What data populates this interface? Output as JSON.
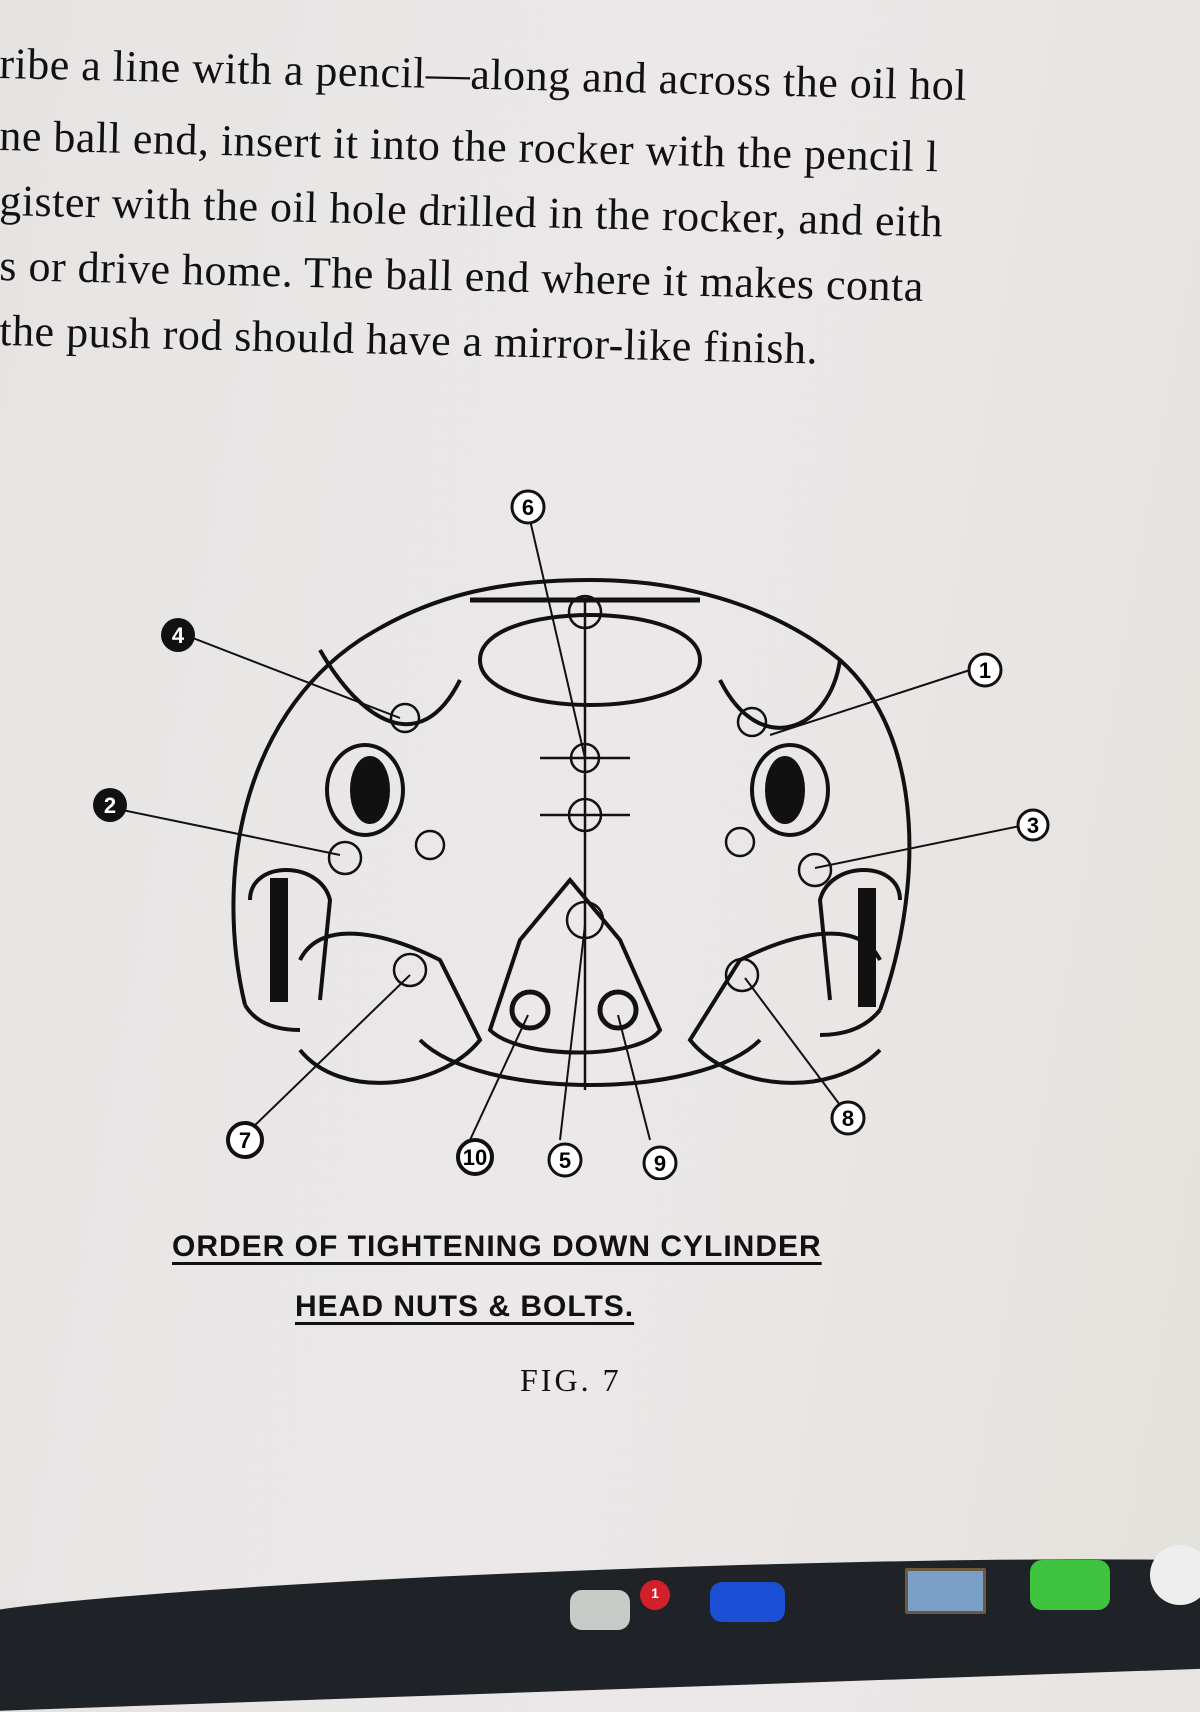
{
  "text_lines": [
    "ribe a line with a pencil—along and across the oil hol",
    "ne ball end, insert it into the rocker with the pencil l",
    "gister with  the oil  hole drilled in the rocker, and eith",
    "s or drive home. The ball  end where it makes conta",
    " the push rod should have a mirror-like finish."
  ],
  "diagram": {
    "labels": [
      "6",
      "4",
      "1",
      "2",
      "3",
      "7",
      "8",
      "10",
      "5",
      "9"
    ]
  },
  "caption": {
    "line1": "ORDER OF TIGHTENING  DOWN  CYLINDER",
    "line2": "HEAD  NUTS  &  BOLTS."
  },
  "figure_label": "FIG. 7",
  "dock": {
    "badge_count": "1"
  }
}
